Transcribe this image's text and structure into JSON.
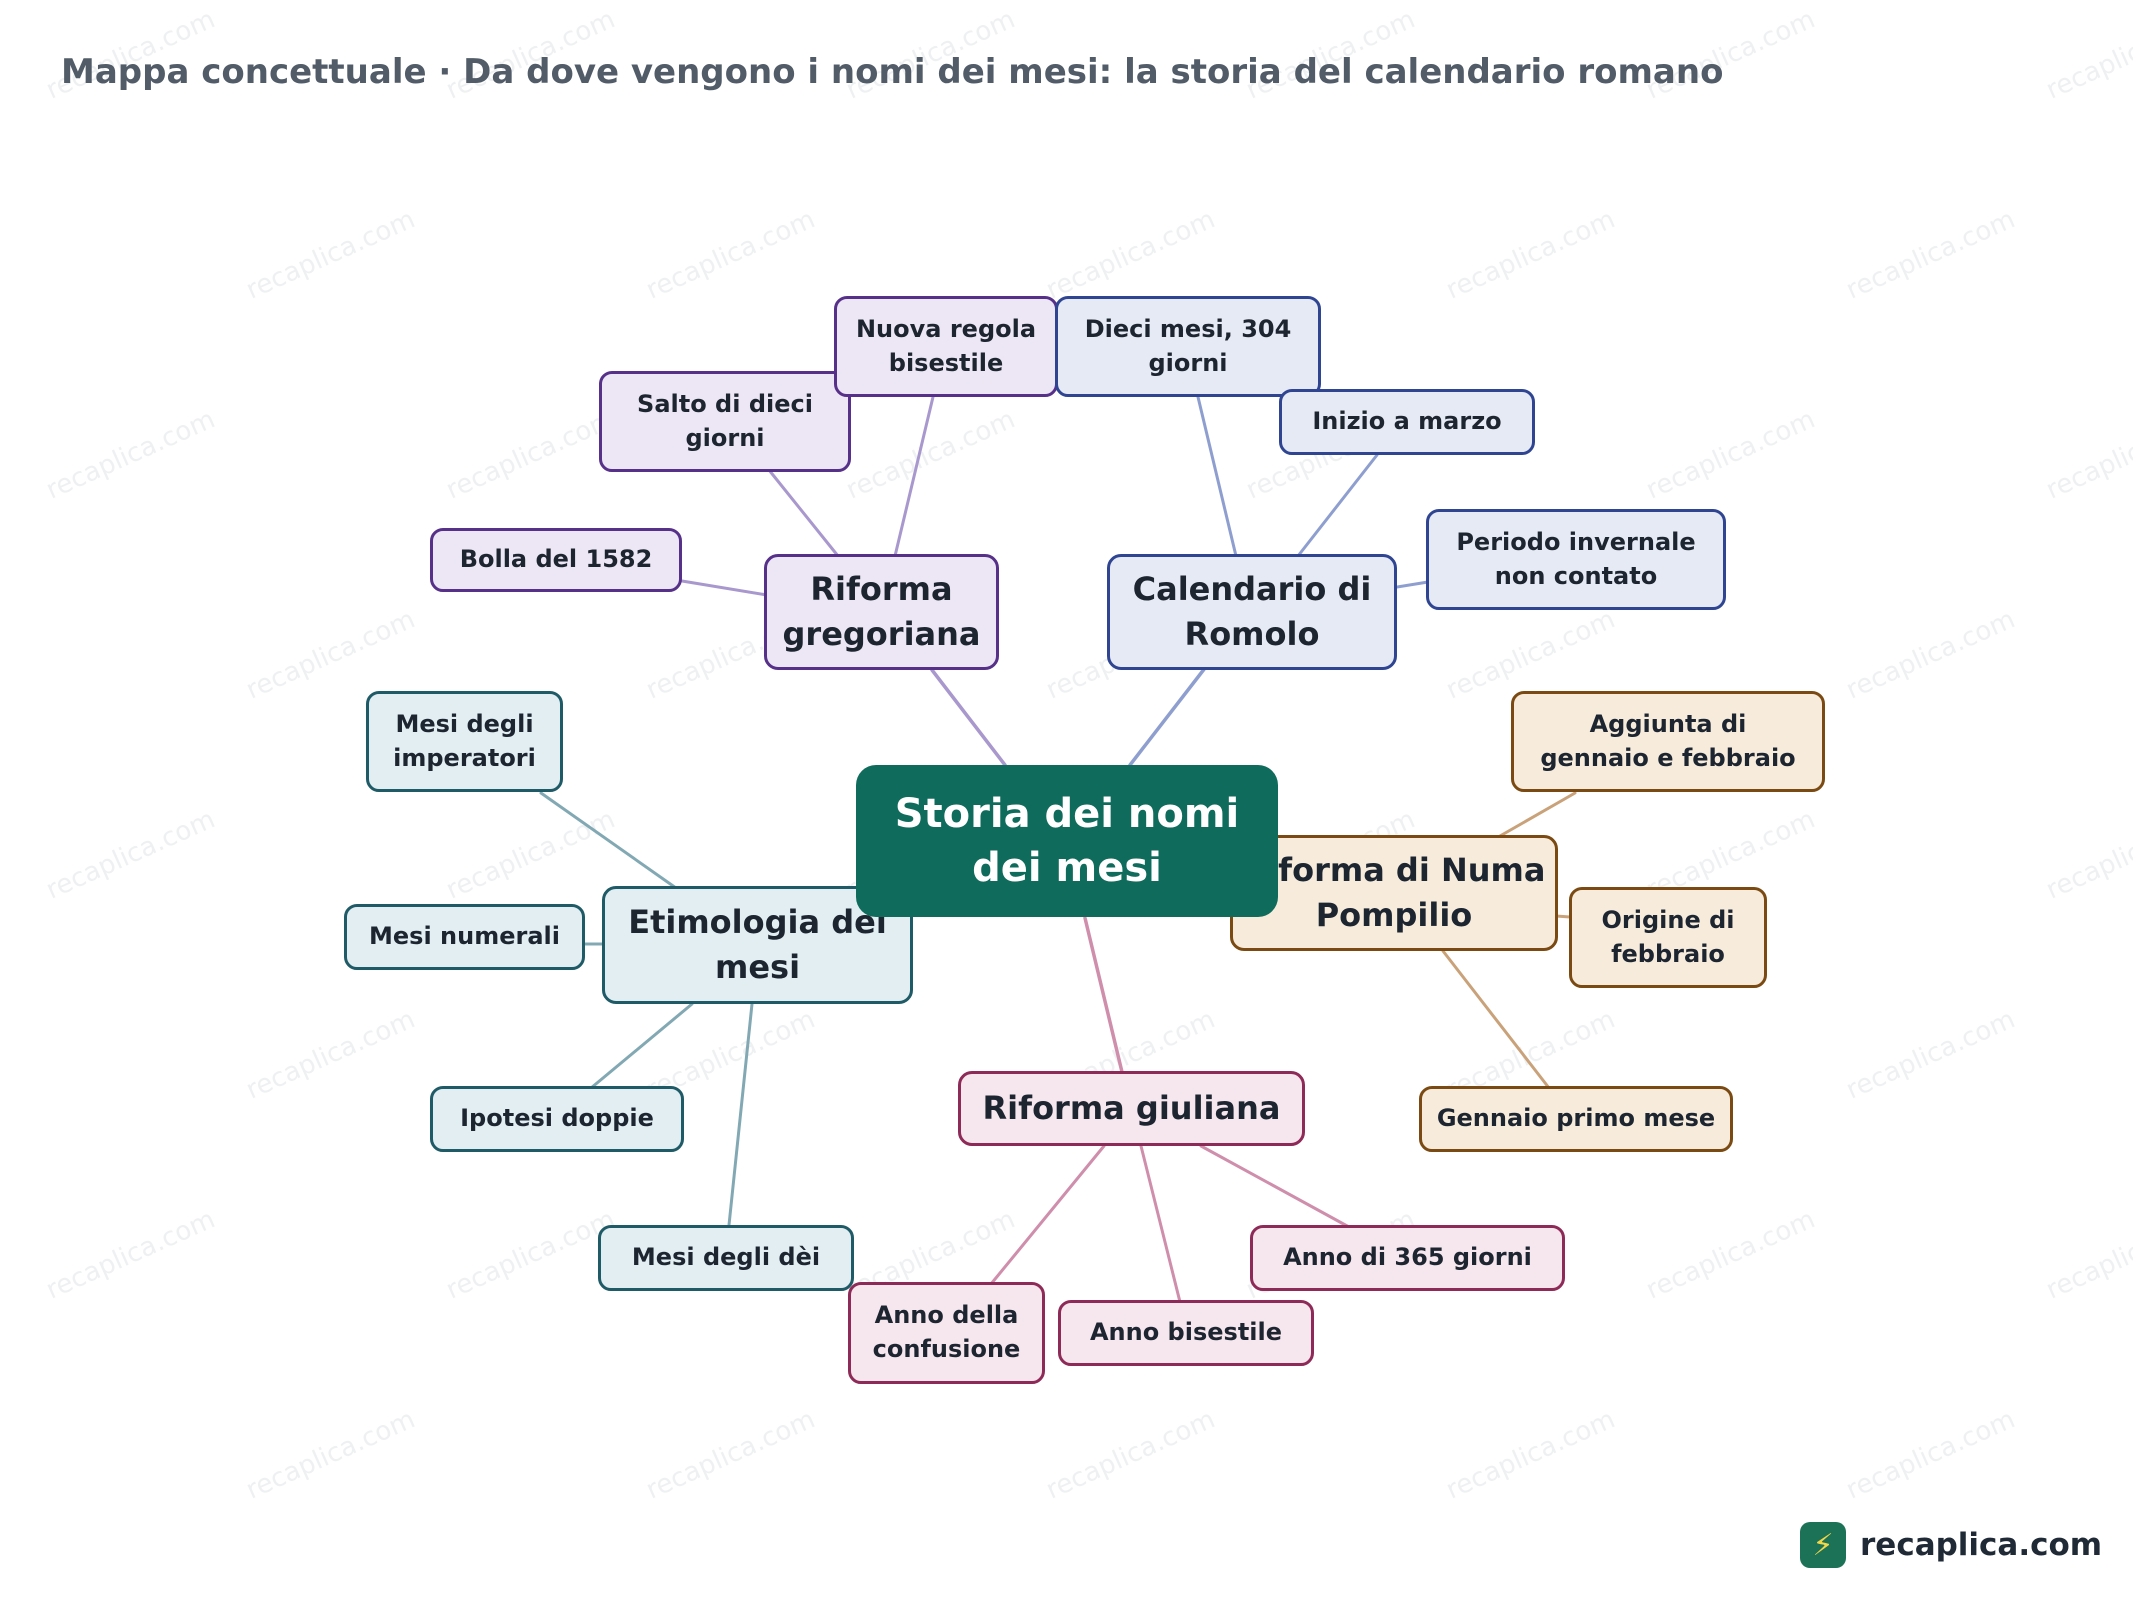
{
  "title": "Mappa concettuale · Da dove vengono i nomi dei mesi: la storia del calendario romano",
  "watermark": "recaplica.com",
  "logo": {
    "icon": "bolt-icon",
    "text": "recaplica.com"
  },
  "colors": {
    "central": "#0f6b5b",
    "romolo": {
      "stroke": "#2f4592",
      "fill": "#e6eaf5",
      "edge": "#8e9fcf"
    },
    "numa": {
      "stroke": "#7a4a12",
      "fill": "#f7ecdc",
      "edge": "#c9a27a"
    },
    "giuliana": {
      "stroke": "#8e2a57",
      "fill": "#f6e6ee",
      "edge": "#cf8eab"
    },
    "etimologia": {
      "stroke": "#1f5a67",
      "fill": "#e3eef3",
      "edge": "#82a9b3"
    },
    "gregoriana": {
      "stroke": "#573189",
      "fill": "#ede7f5",
      "edge": "#a898cd"
    }
  },
  "map": {
    "central": "Storia dei nomi\ndei mesi",
    "branches": [
      {
        "key": "romolo",
        "label": "Calendario di\nRomolo",
        "leaves": [
          "Dieci mesi, 304\ngiorni",
          "Inizio a marzo",
          "Periodo invernale\nnon contato"
        ]
      },
      {
        "key": "numa",
        "label": "Riforma di Numa\nPompilio",
        "leaves": [
          "Aggiunta di\ngennaio e febbraio",
          "Origine di\nfebbraio",
          "Gennaio primo mese"
        ]
      },
      {
        "key": "giuliana",
        "label": "Riforma giuliana",
        "leaves": [
          "Anno di 365 giorni",
          "Anno bisestile",
          "Anno della\nconfusione"
        ]
      },
      {
        "key": "etimologia",
        "label": "Etimologia dei\nmesi",
        "leaves": [
          "Mesi degli dèi",
          "Ipotesi doppie",
          "Mesi numerali",
          "Mesi degli\nimperatori"
        ]
      },
      {
        "key": "gregoriana",
        "label": "Riforma\ngregoriana",
        "leaves": [
          "Bolla del 1582",
          "Salto di dieci\ngiorni",
          "Nuova regola\nbisestile"
        ]
      }
    ]
  }
}
